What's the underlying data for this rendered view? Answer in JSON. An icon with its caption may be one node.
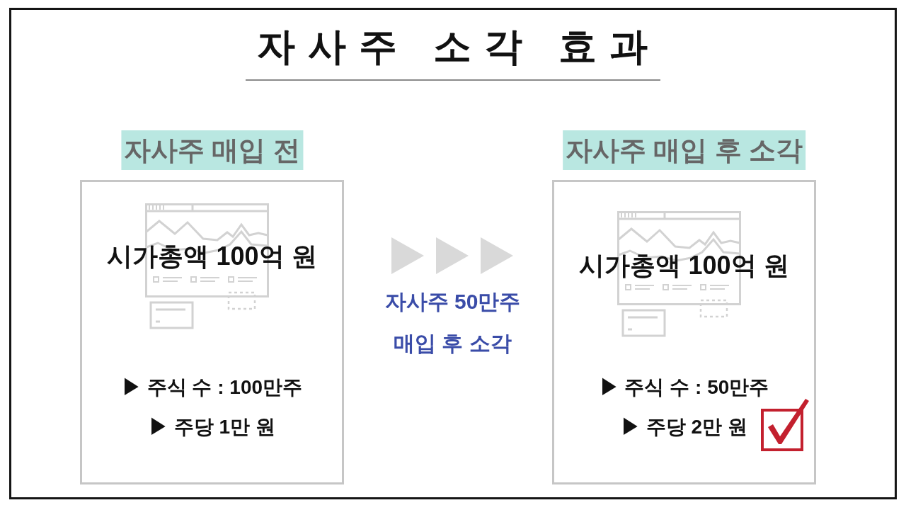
{
  "diagram": {
    "title": "자사주 소각 효과",
    "nodes": [
      {
        "text": [
          "자사주 매입 전",
          "시가총액 100억 원",
          "▶ 주식 수 : 100만주",
          "▶ 주당 1만 원"
        ]
      },
      {
        "text": [
          "자사주 매입 후 소각",
          "시가총액 100억 원",
          "▶ 주식 수 : 50만주",
          "▶ 주당 2만 원"
        ]
      }
    ],
    "edges": [
      {
        "from": 0,
        "to": 1,
        "arrow": "to",
        "label": "자사주 50만주 매입 후 소각"
      }
    ]
  }
}
